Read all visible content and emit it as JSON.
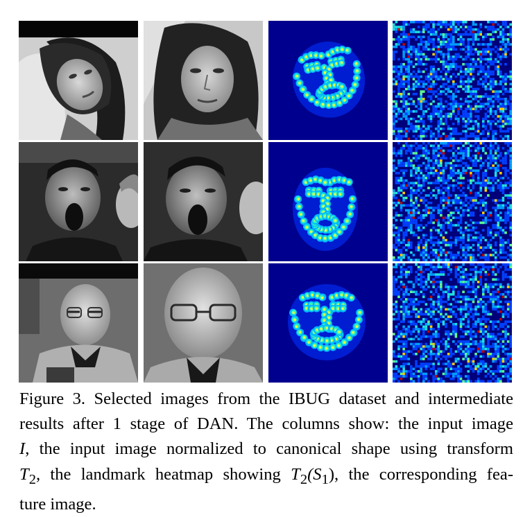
{
  "figure": {
    "rows": [
      {
        "input": {
          "subject": "young woman, long dark hair, head tilted, grayscale photo"
        },
        "normalized": {
          "subject": "same face rotated upright, canonical crop"
        },
        "heatmap": {
          "colormap": "jet",
          "face_shape": "tilted"
        },
        "feature": {
          "colormap": "jet",
          "pattern": "sparse random speckle"
        }
      },
      {
        "input": {
          "subject": "man shouting with open mouth, second man at right edge"
        },
        "normalized": {
          "subject": "same face in canonical crop"
        },
        "heatmap": {
          "colormap": "jet",
          "face_shape": "open-mouth"
        },
        "feature": {
          "colormap": "jet",
          "pattern": "sparse random speckle"
        }
      },
      {
        "input": {
          "subject": "older bald man with glasses, looking down"
        },
        "normalized": {
          "subject": "same face enlarged in canonical crop"
        },
        "heatmap": {
          "colormap": "jet",
          "face_shape": "wide"
        },
        "feature": {
          "colormap": "jet",
          "pattern": "sparse random speckle"
        }
      }
    ],
    "caption": {
      "l1": "Figure 3. Selected images from the IBUG dataset and intermediate",
      "l2": "results after 1 stage of DAN. The columns show: the input image",
      "l3_var": "I",
      "l3_text": ", the input image normalized to canonical shape using transform",
      "l4_var": "T",
      "l4_sub": "2",
      "l4_text1": ", the landmark heatmap showing ",
      "l4_math": "T",
      "l4_math_sub": "2",
      "l4_math_arg": "(S",
      "l4_math_arg_sub": "1",
      "l4_math_close": ")",
      "l4_text2": ", the corresponding fea-",
      "l5": "ture image."
    }
  }
}
